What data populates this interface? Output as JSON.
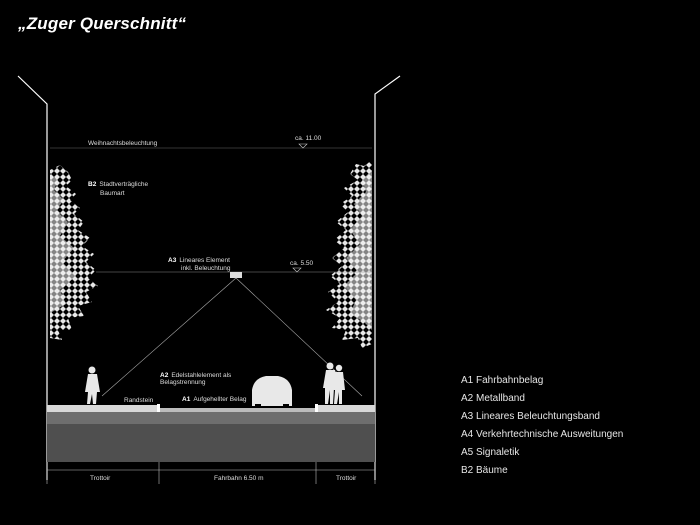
{
  "title": "„Zuger Querschnitt“",
  "diagram": {
    "weihnacht_label": "Weihnachtsbeleuchtung",
    "height_top": "ca. 11.00",
    "b2_code": "B2",
    "b2_line1": "Stadtverträgliche",
    "b2_line2": "Baumart",
    "a3_code": "A3",
    "a3_line1": "Lineares Element",
    "a3_line2": "inkl. Beleuchtung",
    "height_mid": "ca. 5.50",
    "a2_code": "A2",
    "a2_line1": "Edelstahlelement als",
    "a2_line2": "Belagstrennung",
    "randstein": "Randstein",
    "a1_code": "A1",
    "a1_label": "Aufgehellter Belag",
    "trottoir_left": "Trottoir",
    "fahrbahn": "Fahrbahn 6.50 m",
    "trottoir_right": "Trottoir"
  },
  "legend": [
    "A1 Fahrbahnbelag",
    "A2 Metallband",
    "A3 Lineares Beleuchtungsband",
    "A4 Verkehrtechnische Ausweitungen",
    "A5 Signaletik",
    "B2 Bäume"
  ]
}
